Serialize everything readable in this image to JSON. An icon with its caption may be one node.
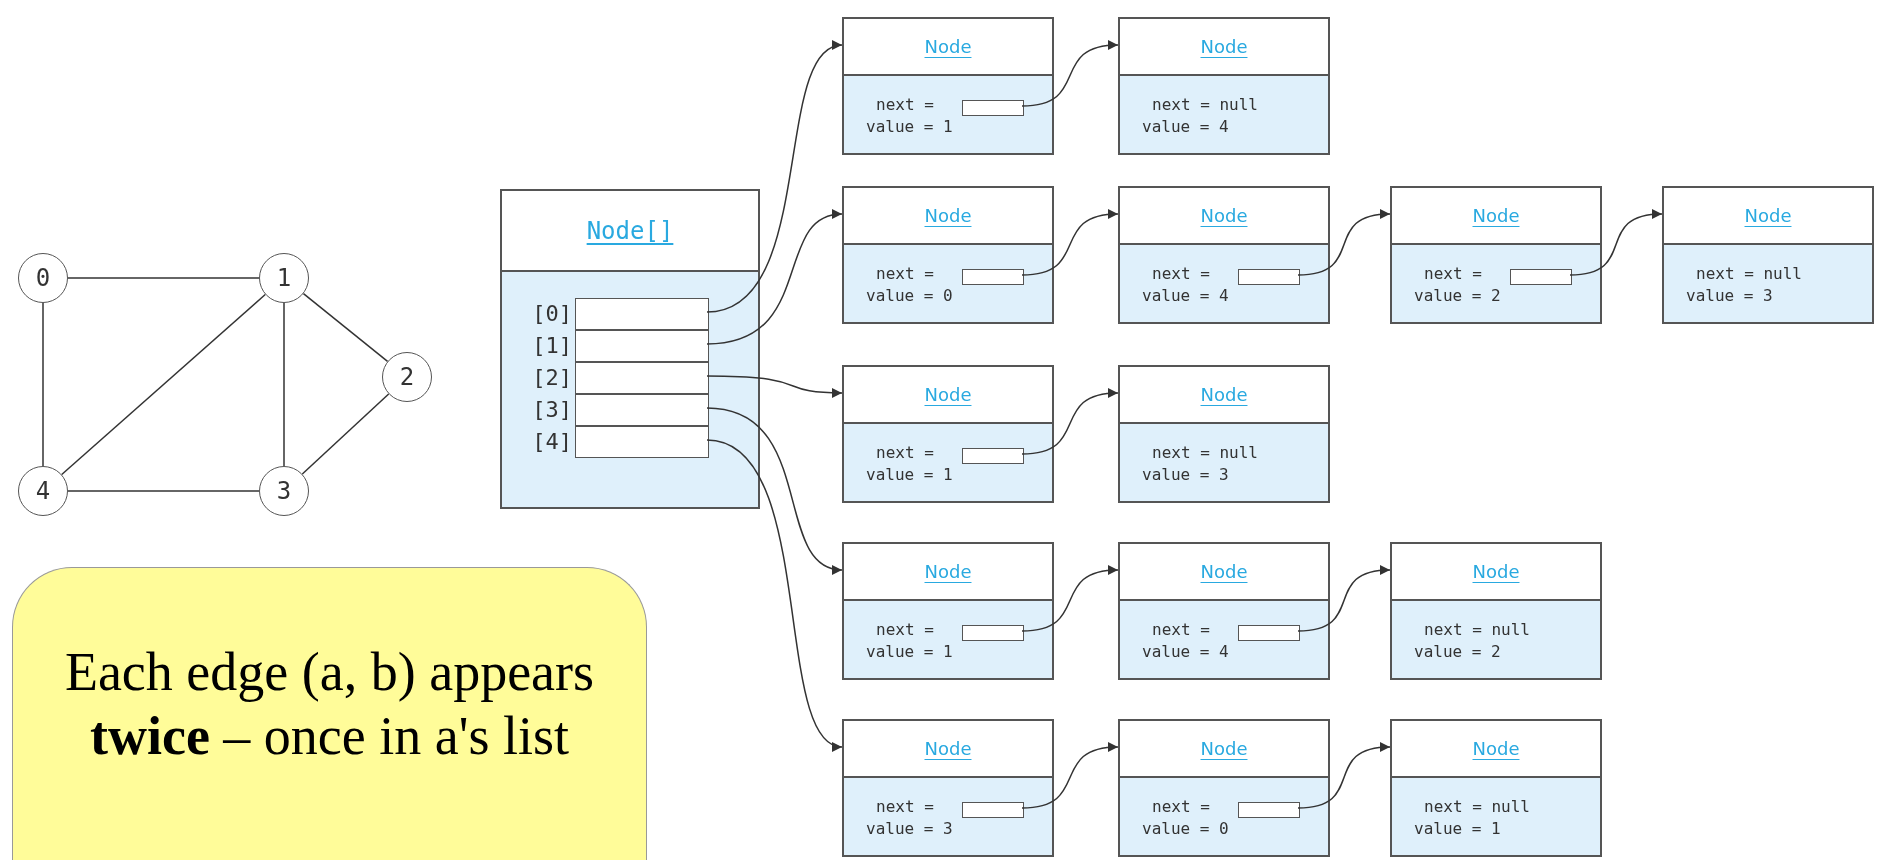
{
  "diagram": {
    "nodes": [
      {
        "text": [
          "0"
        ]
      },
      {
        "text": [
          "1"
        ]
      },
      {
        "text": [
          "2"
        ]
      },
      {
        "text": [
          "4"
        ]
      },
      {
        "text": [
          "3"
        ]
      },
      {
        "text": [
          "Each edge (a, b) appears **twice** – once in a's list"
        ]
      },
      {
        "text": [
          "Node[]"
        ]
      },
      {
        "text": [],
        "shape": "box",
        "in": 6,
        "beside": [
          "[0]"
        ]
      },
      {
        "text": [],
        "shape": "box",
        "in": 6,
        "beside": [
          "[1]"
        ]
      },
      {
        "text": [],
        "shape": "box",
        "in": 6,
        "beside": [
          "[2]"
        ]
      },
      {
        "text": [],
        "shape": "box",
        "in": 6,
        "beside": [
          "[3]"
        ]
      },
      {
        "text": [],
        "shape": "box",
        "in": 6,
        "beside": [
          "[4]"
        ]
      },
      {
        "text": [
          "Node",
          "next =",
          "value = 1"
        ]
      },
      {
        "text": [],
        "shape": "box",
        "in": 12
      },
      {
        "text": [
          "Node",
          "next = null",
          "value = 4"
        ]
      },
      {
        "text": [
          "Node",
          "next =",
          "value = 0"
        ]
      },
      {
        "text": [],
        "shape": "box",
        "in": 15
      },
      {
        "text": [
          "Node",
          "next =",
          "value = 4"
        ]
      },
      {
        "text": [],
        "shape": "box",
        "in": 17
      },
      {
        "text": [
          "Node",
          "next =",
          "value = 2"
        ]
      },
      {
        "text": [],
        "shape": "box",
        "in": 19
      },
      {
        "text": [
          "Node",
          "next = null",
          "value = 3"
        ]
      },
      {
        "text": [
          "Node",
          "next =",
          "value = 1"
        ]
      },
      {
        "text": [],
        "shape": "box",
        "in": 22
      },
      {
        "text": [
          "Node",
          "next = null",
          "value = 3"
        ]
      },
      {
        "text": [
          "Node",
          "next =",
          "value = 1"
        ]
      },
      {
        "text": [],
        "shape": "box",
        "in": 25
      },
      {
        "text": [
          "Node",
          "next =",
          "value = 4"
        ]
      },
      {
        "text": [],
        "shape": "box",
        "in": 27
      },
      {
        "text": [
          "Node",
          "next = null",
          "value = 2"
        ]
      },
      {
        "text": [
          "Node",
          "next =",
          "value = 3"
        ]
      },
      {
        "text": [],
        "shape": "box",
        "in": 30
      },
      {
        "text": [
          "Node",
          "next =",
          "value = 0"
        ]
      },
      {
        "text": [],
        "shape": "box",
        "in": 32
      },
      {
        "text": [
          "Node",
          "next = null",
          "value = 1"
        ]
      }
    ],
    "edges": [
      {
        "from": 0,
        "to": 1,
        "arrow": "none"
      },
      {
        "from": 0,
        "to": 3,
        "arrow": "none"
      },
      {
        "from": 1,
        "to": 3,
        "arrow": "none"
      },
      {
        "from": 1,
        "to": 4,
        "arrow": "none"
      },
      {
        "from": 1,
        "to": 2,
        "arrow": "none"
      },
      {
        "from": 2,
        "to": 4,
        "arrow": "none"
      },
      {
        "from": 3,
        "to": 4,
        "arrow": "none"
      },
      {
        "from": 7,
        "to": 12,
        "arrow": "to"
      },
      {
        "from": 8,
        "to": 15,
        "arrow": "to"
      },
      {
        "from": 9,
        "to": 22,
        "arrow": "to"
      },
      {
        "from": 10,
        "to": 25,
        "arrow": "to"
      },
      {
        "from": 11,
        "to": 30,
        "arrow": "to"
      },
      {
        "from": 13,
        "to": 14,
        "arrow": "to"
      },
      {
        "from": 16,
        "to": 17,
        "arrow": "to"
      },
      {
        "from": 18,
        "to": 19,
        "arrow": "to"
      },
      {
        "from": 20,
        "to": 21,
        "arrow": "to"
      },
      {
        "from": 23,
        "to": 24,
        "arrow": "to"
      },
      {
        "from": 26,
        "to": 27,
        "arrow": "to"
      },
      {
        "from": 28,
        "to": 29,
        "arrow": "to"
      },
      {
        "from": 31,
        "to": 32,
        "arrow": "to"
      },
      {
        "from": 33,
        "to": 34,
        "arrow": "to"
      }
    ]
  }
}
